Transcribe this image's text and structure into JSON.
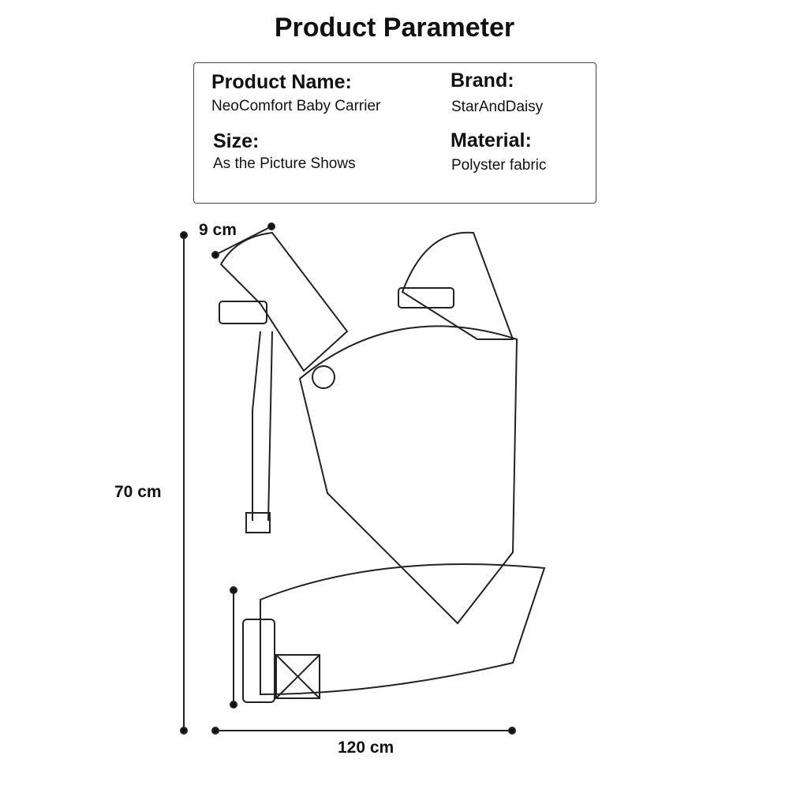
{
  "title": "Product Parameter",
  "params": {
    "name_label": "Product Name:",
    "name_value": "NeoComfort Baby Carrier",
    "brand_label": "Brand:",
    "brand_value": "StarAndDaisy",
    "size_label": "Size:",
    "size_value": "As the Picture Shows",
    "material_label": "Material:",
    "material_value": "Polyster fabric"
  },
  "dimensions": {
    "strap": "9 cm",
    "height": "70 cm",
    "width": "120 cm"
  }
}
